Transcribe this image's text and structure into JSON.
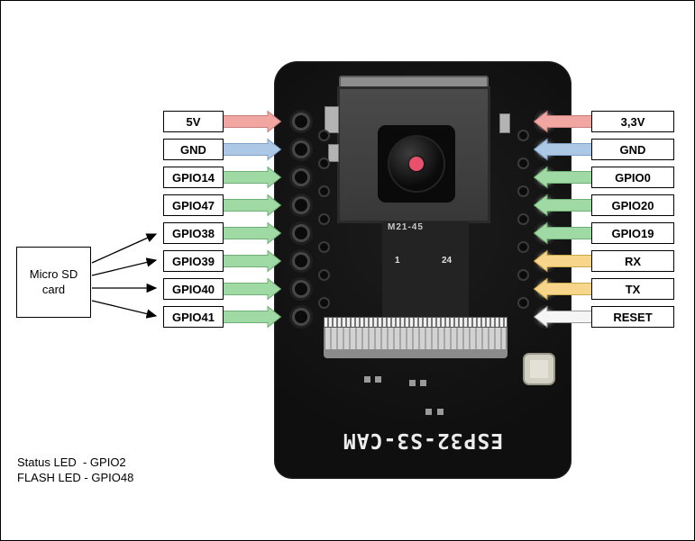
{
  "board": {
    "label": "ESP32-S3-CAM",
    "camera_text": "M21-45",
    "camera_pin_first": "1",
    "camera_pin_last": "24"
  },
  "pins": {
    "left": [
      {
        "label": "5V",
        "type": "power"
      },
      {
        "label": "GND",
        "type": "ground"
      },
      {
        "label": "GPIO14",
        "type": "gpio"
      },
      {
        "label": "GPIO47",
        "type": "gpio"
      },
      {
        "label": "GPIO38",
        "type": "gpio"
      },
      {
        "label": "GPIO39",
        "type": "gpio"
      },
      {
        "label": "GPIO40",
        "type": "gpio"
      },
      {
        "label": "GPIO41",
        "type": "gpio"
      }
    ],
    "right": [
      {
        "label": "3,3V",
        "type": "power"
      },
      {
        "label": "GND",
        "type": "ground"
      },
      {
        "label": "GPIO0",
        "type": "gpio"
      },
      {
        "label": "GPIO20",
        "type": "gpio"
      },
      {
        "label": "GPIO19",
        "type": "gpio"
      },
      {
        "label": "RX",
        "type": "uart"
      },
      {
        "label": "TX",
        "type": "uart"
      },
      {
        "label": "RESET",
        "type": "reset"
      }
    ]
  },
  "colors": {
    "power": {
      "fill": "#f2a6a1",
      "stroke": "#c67f7a"
    },
    "ground": {
      "fill": "#adc8e6",
      "stroke": "#7da0c4"
    },
    "gpio": {
      "fill": "#9fd9a3",
      "stroke": "#6fae74"
    },
    "uart": {
      "fill": "#f7d58b",
      "stroke": "#c9a84c"
    },
    "reset": {
      "fill": "#f5f5f5",
      "stroke": "#9a9a9a"
    }
  },
  "sd_card": {
    "label": "Micro SD card",
    "connected_pins": [
      "GPIO38",
      "GPIO39",
      "GPIO40",
      "GPIO41"
    ]
  },
  "notes": {
    "status_led": "Status LED  - GPIO2",
    "flash_led": "FLASH LED - GPIO48"
  }
}
